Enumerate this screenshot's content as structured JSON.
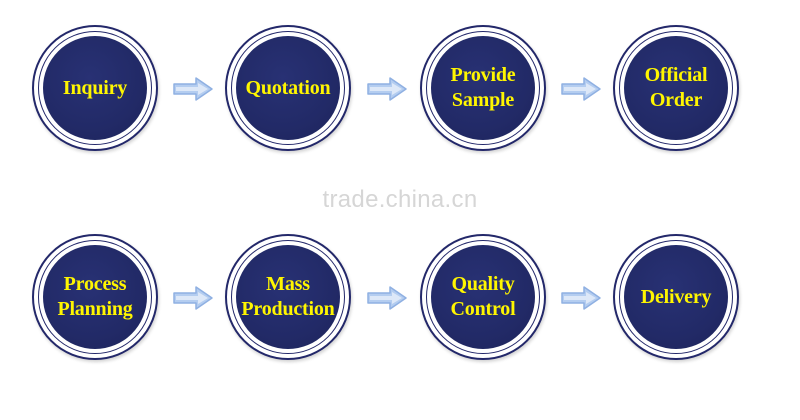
{
  "process": {
    "row1": [
      {
        "label": "Inquiry"
      },
      {
        "label": "Quotation"
      },
      {
        "label": "Provide\nSample"
      },
      {
        "label": "Official\nOrder"
      }
    ],
    "row2": [
      {
        "label": "Process\nPlanning"
      },
      {
        "label": "Mass\nProduction"
      },
      {
        "label": "Quality\nControl"
      },
      {
        "label": "Delivery"
      }
    ]
  },
  "watermark": "trade.china.cn",
  "colors": {
    "circle_fill": "#222a67",
    "circle_ring": "#23286a",
    "label_text": "#fff600",
    "arrow": "#a9c4ec",
    "watermark": "#d6d6d6"
  },
  "icons": {
    "connector": "right-arrow-icon"
  }
}
